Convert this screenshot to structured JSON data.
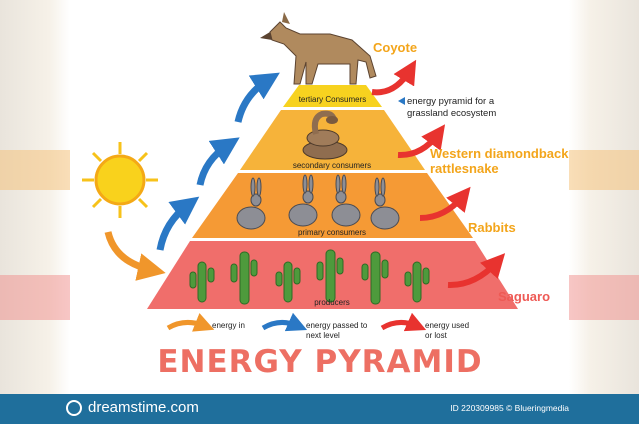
{
  "title": "ENERGY PYRAMID",
  "note": {
    "line1": "energy pyramid for a",
    "line2": "grassland ecosystem"
  },
  "tiers": [
    {
      "label": "tertiary Consumers",
      "species": "Coyote"
    },
    {
      "label": "secondary consumers",
      "species_line1": "Western diamondback",
      "species_line2": "rattlesnake"
    },
    {
      "label": "primary consumers",
      "species": "Rabbits"
    },
    {
      "label": "producers",
      "species": "Saguaro"
    }
  ],
  "legend": {
    "energy_in": "energy in",
    "passed_line1": "energy passed to",
    "passed_line2": "next level",
    "used_line1": "energy used",
    "used_line2": "or lost"
  },
  "footer": {
    "brand": "dreamstime.com",
    "id": "ID 220309985 © Blueringmedia"
  },
  "colors": {
    "tier_top": "#f7d21f",
    "tier_secondary": "#f6b33a",
    "tier_primary": "#f59a35",
    "tier_producer": "#f06e6b",
    "arrow_in": "#f0962b",
    "arrow_passed": "#2a78c5",
    "arrow_lost": "#e8332f",
    "footer": "#1f6f9c"
  },
  "icons": [
    "sun-icon",
    "coyote-icon",
    "snake-icon",
    "rabbit-icon",
    "cactus-icon"
  ]
}
